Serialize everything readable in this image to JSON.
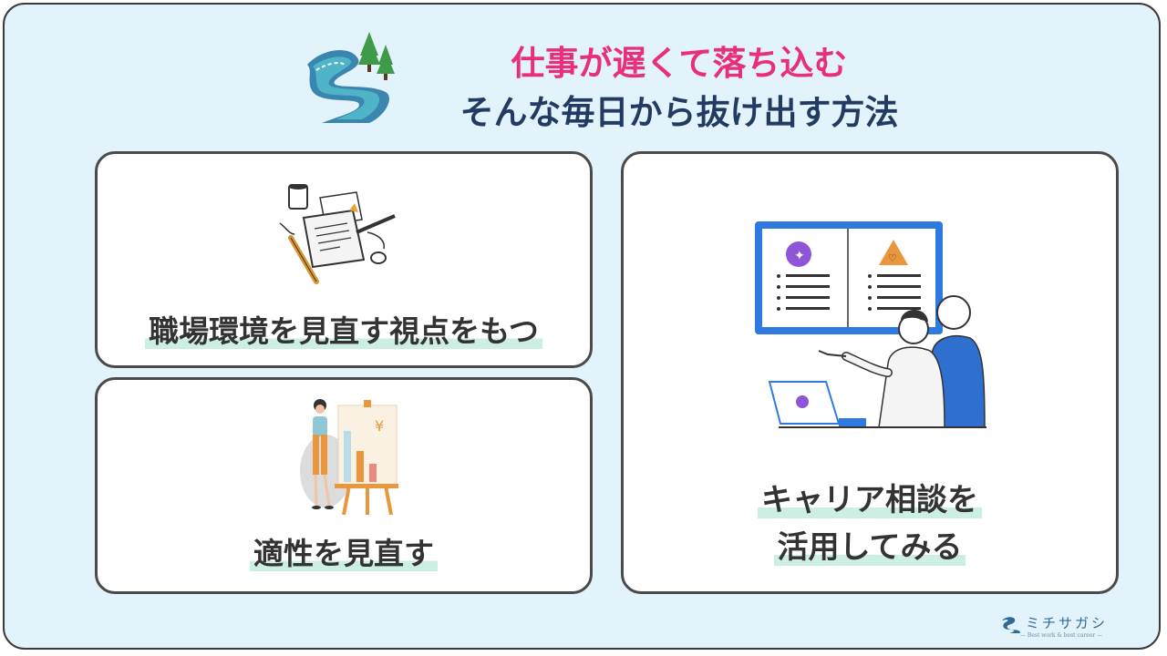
{
  "title": {
    "line1": "仕事が遅くて落ち込む",
    "line2": "そんな毎日から抜け出す方法"
  },
  "cards": [
    {
      "label": "職場環境を見直す視点をもつ"
    },
    {
      "label": "適性を見直す"
    },
    {
      "label_line1": "キャリア相談を",
      "label_line2": "活用してみる"
    }
  ],
  "brand": {
    "name": "ミチサガシ",
    "tagline": "— Best work & best career —"
  },
  "colors": {
    "title_accent": "#e8307a",
    "title_dark": "#233b63",
    "background": "#e3f3fc",
    "highlight": "#cdeee3"
  },
  "icons": [
    "road-logo-icon",
    "notebook-pen-illustration",
    "presentation-chart-illustration",
    "career-consultation-illustration"
  ]
}
